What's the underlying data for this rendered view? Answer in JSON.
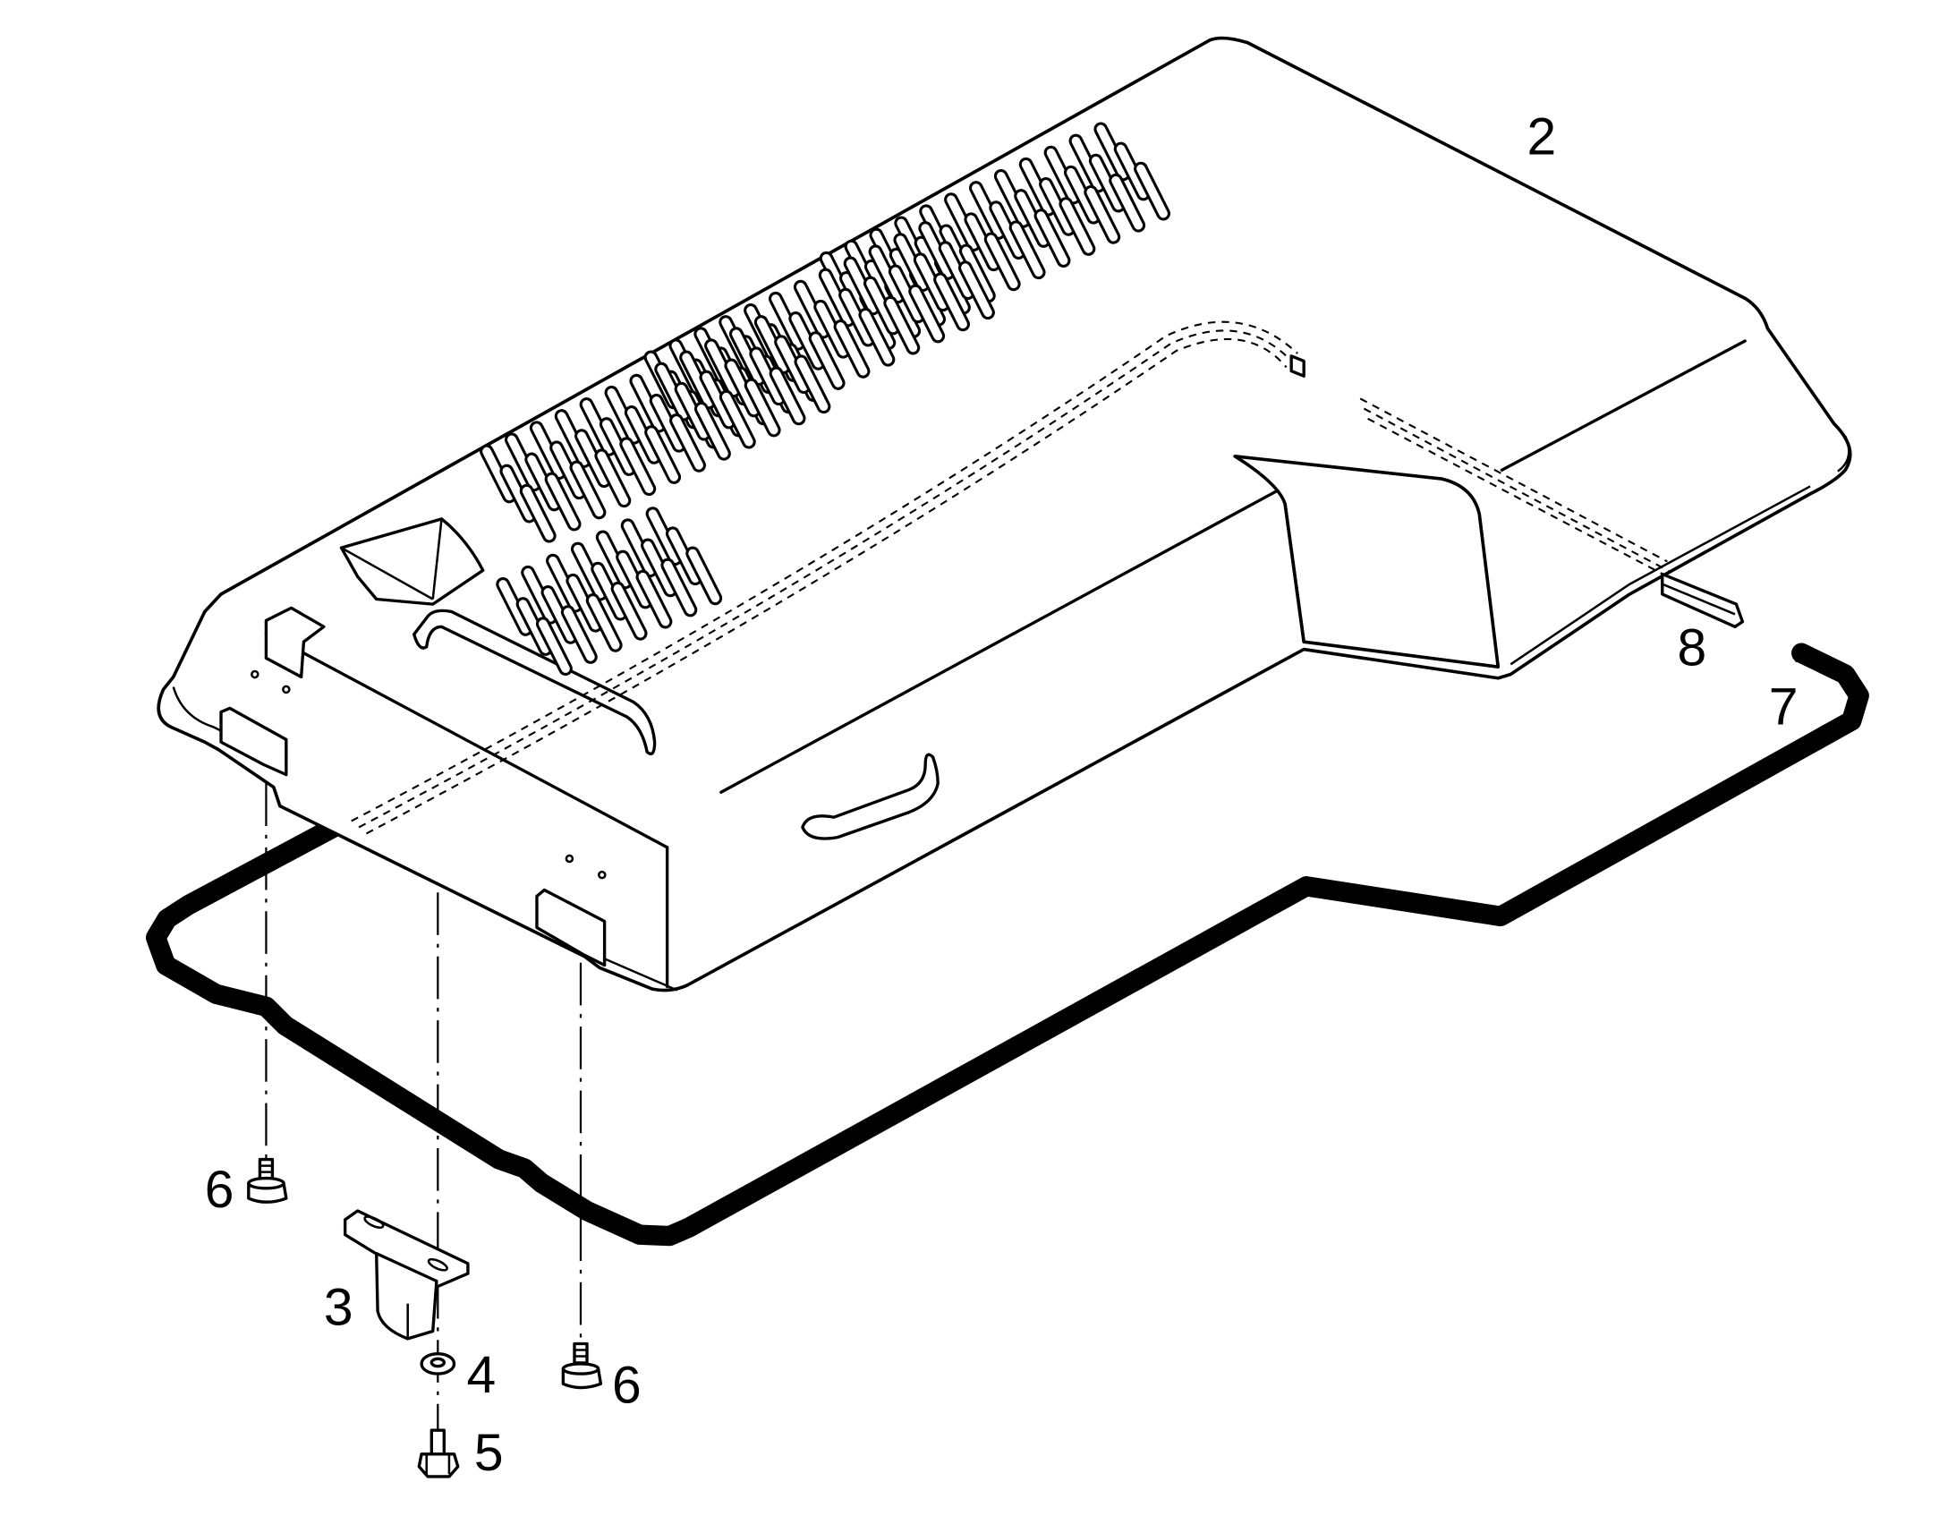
{
  "diagram": {
    "callouts": [
      {
        "id": "2",
        "label": "2"
      },
      {
        "id": "3",
        "label": "3"
      },
      {
        "id": "4",
        "label": "4"
      },
      {
        "id": "5",
        "label": "5"
      },
      {
        "id": "6a",
        "label": "6"
      },
      {
        "id": "6b",
        "label": "6"
      },
      {
        "id": "7",
        "label": "7"
      },
      {
        "id": "8",
        "label": "8"
      }
    ]
  }
}
